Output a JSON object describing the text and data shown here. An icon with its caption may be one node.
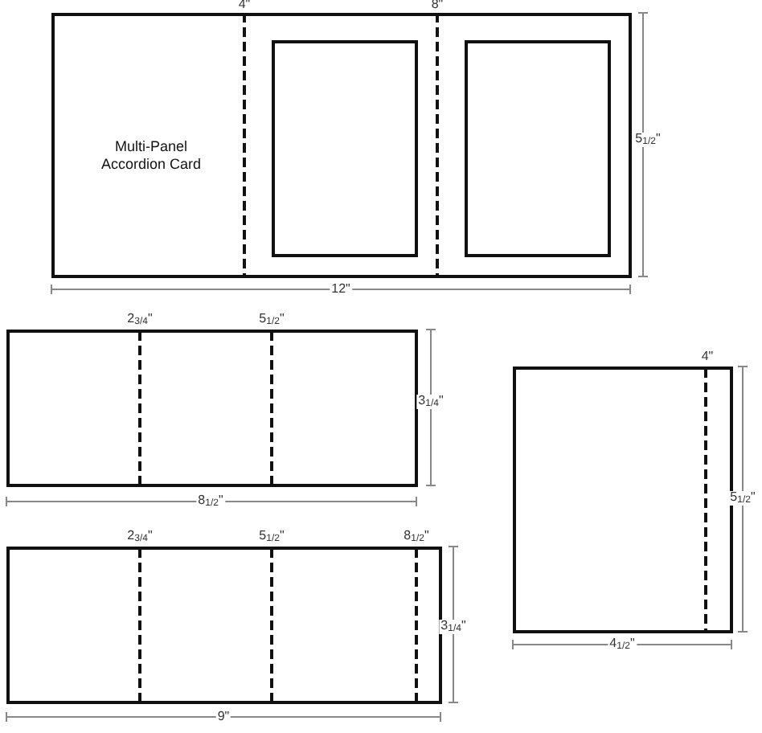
{
  "diagram": {
    "nodes": [
      {
        "text": [
          "Multi-Panel Accordion Card"
        ]
      },
      {
        "text": [],
        "shape": "box",
        "in": 0
      },
      {
        "text": [],
        "shape": "box",
        "in": 0
      },
      {
        "text": [],
        "shape": "box"
      },
      {
        "text": [],
        "shape": "box"
      },
      {
        "text": [],
        "shape": "box"
      }
    ],
    "labels": [
      "4\"",
      "8\"",
      "5$_{1/2}$\"",
      "12\"",
      "2$_{3/4}$\"",
      "5$_{1/2}$\"",
      "4\"",
      "3$_{1/4}$\"",
      "8$_{1/2}$\"",
      "5$_{1/2}$\"",
      "4$_{1/2}$\"",
      "2$_{3/4}$\"",
      "5$_{1/2}$\"",
      "8$_{1/2}$\"",
      "3$_{1/4}$\"",
      "9\""
    ]
  }
}
